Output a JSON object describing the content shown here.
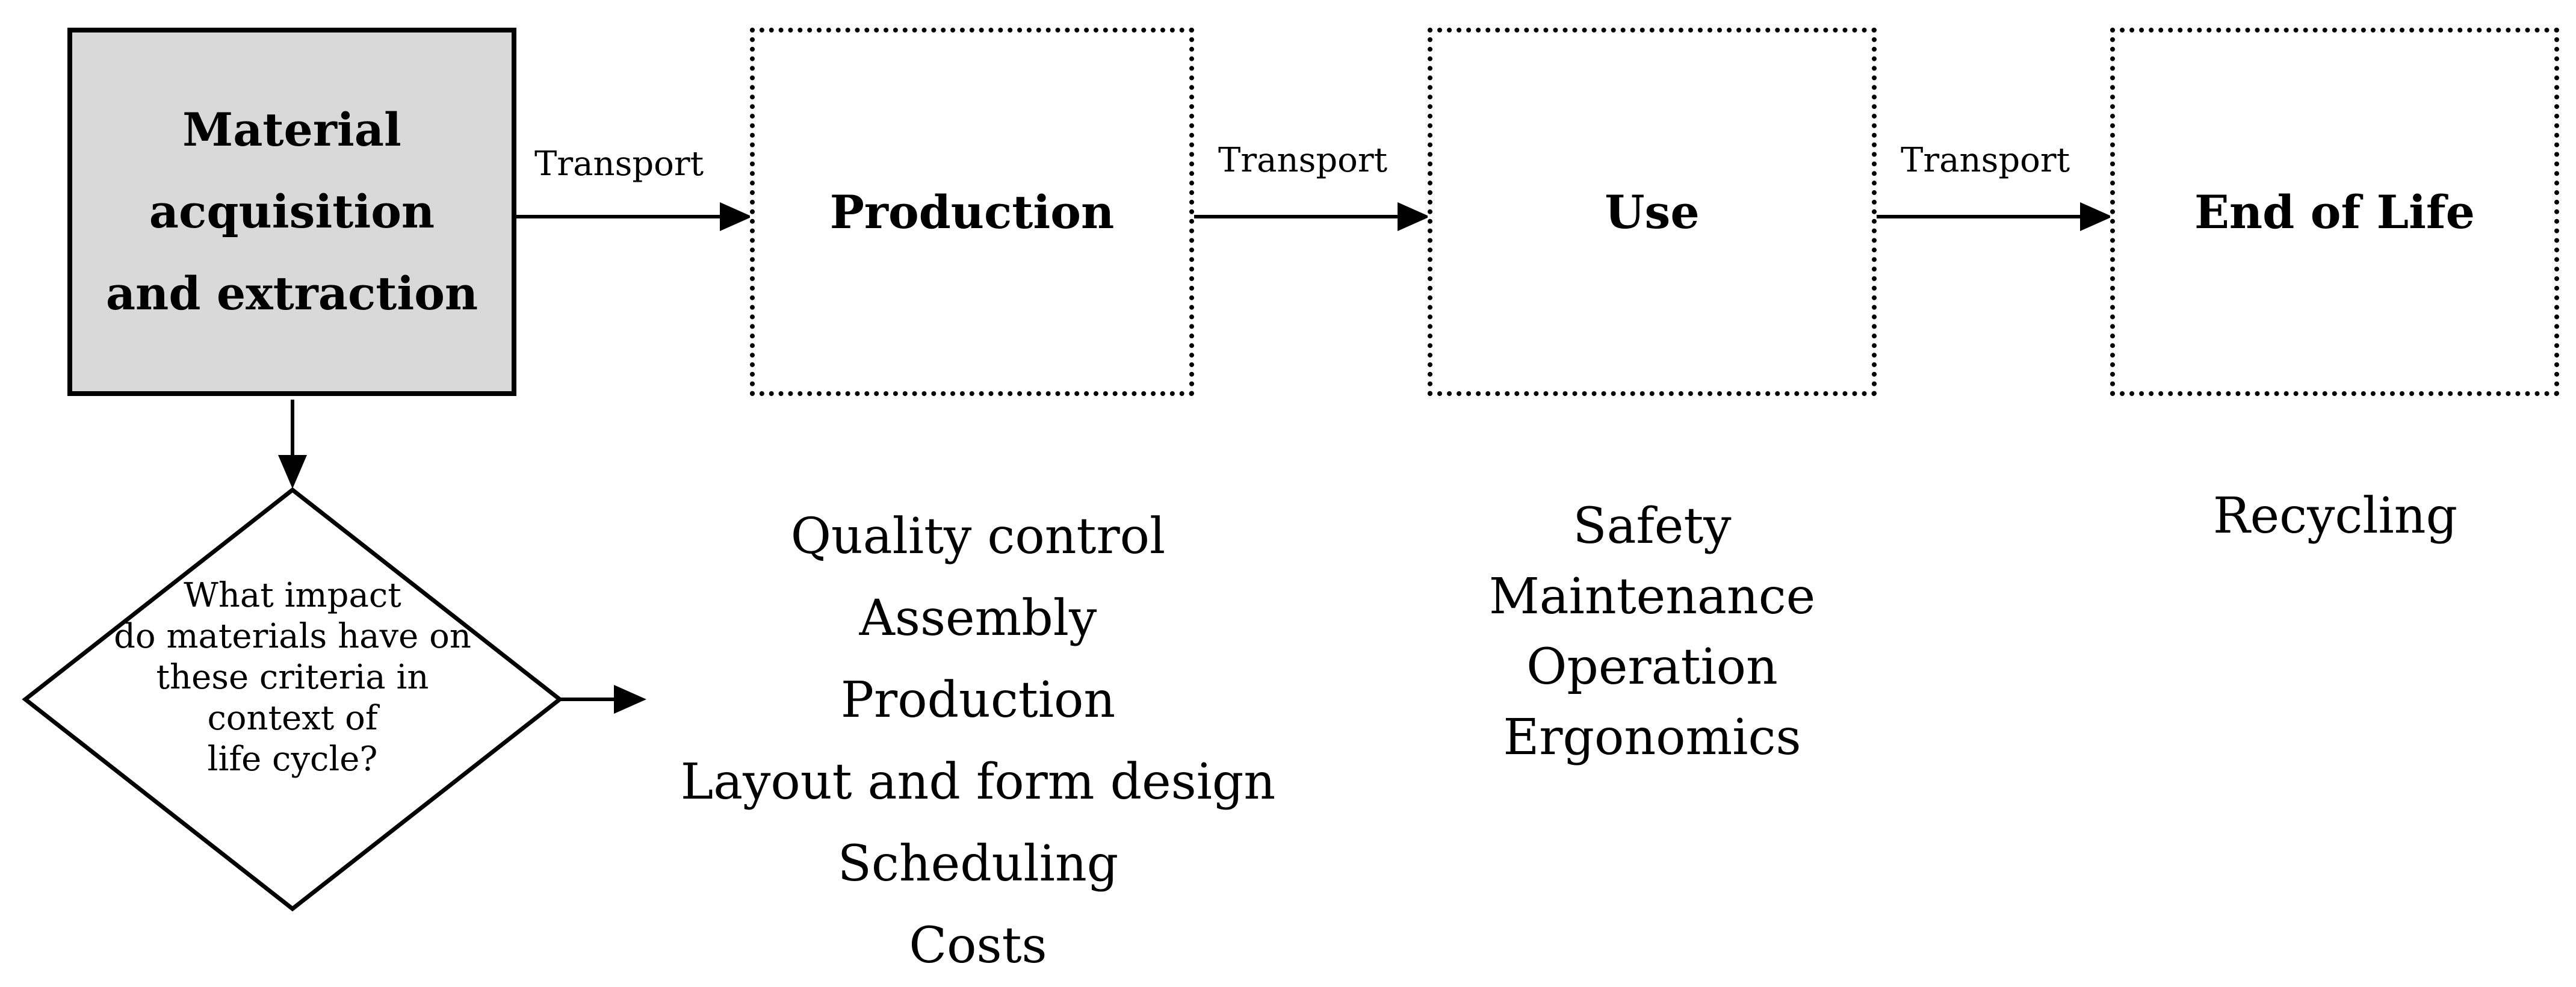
{
  "stages": {
    "material": [
      "Material",
      "acquisition",
      "and extraction"
    ],
    "production": "Production",
    "use": "Use",
    "end_of_life": "End of Life"
  },
  "transport_labels": [
    "Transport",
    "Transport",
    "Transport"
  ],
  "question_lines": [
    "What impact",
    "do materials have on",
    "these criteria in",
    "context of",
    "life cycle?"
  ],
  "criteria": {
    "production": [
      "Quality control",
      "Assembly",
      "Production",
      "Layout and form design",
      "Scheduling",
      "Costs"
    ],
    "use": [
      "Safety",
      "Maintenance",
      "Operation",
      "Ergonomics"
    ],
    "end_of_life": [
      "Recycling"
    ]
  },
  "colors": {
    "material_box_fill": "#d9d9d9",
    "stroke": "#000000"
  }
}
